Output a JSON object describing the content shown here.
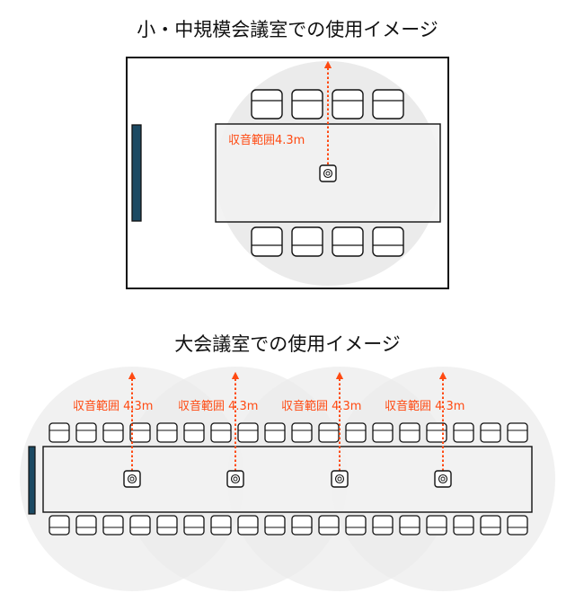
{
  "small_room": {
    "title": "小・中規模会議室での使用イメージ",
    "range_label": "収音範囲4.3m"
  },
  "large_room": {
    "title": "大会議室での使用イメージ",
    "range_labels": [
      "収音範囲 4.3m",
      "収音範囲 4.3m",
      "収音範囲 4.3m",
      "収音範囲 4.3m"
    ]
  },
  "colors": {
    "pickup_range": "#ebebeb",
    "arrow": "#ff4a12",
    "display": "#1c4a63",
    "outline": "#111111"
  }
}
